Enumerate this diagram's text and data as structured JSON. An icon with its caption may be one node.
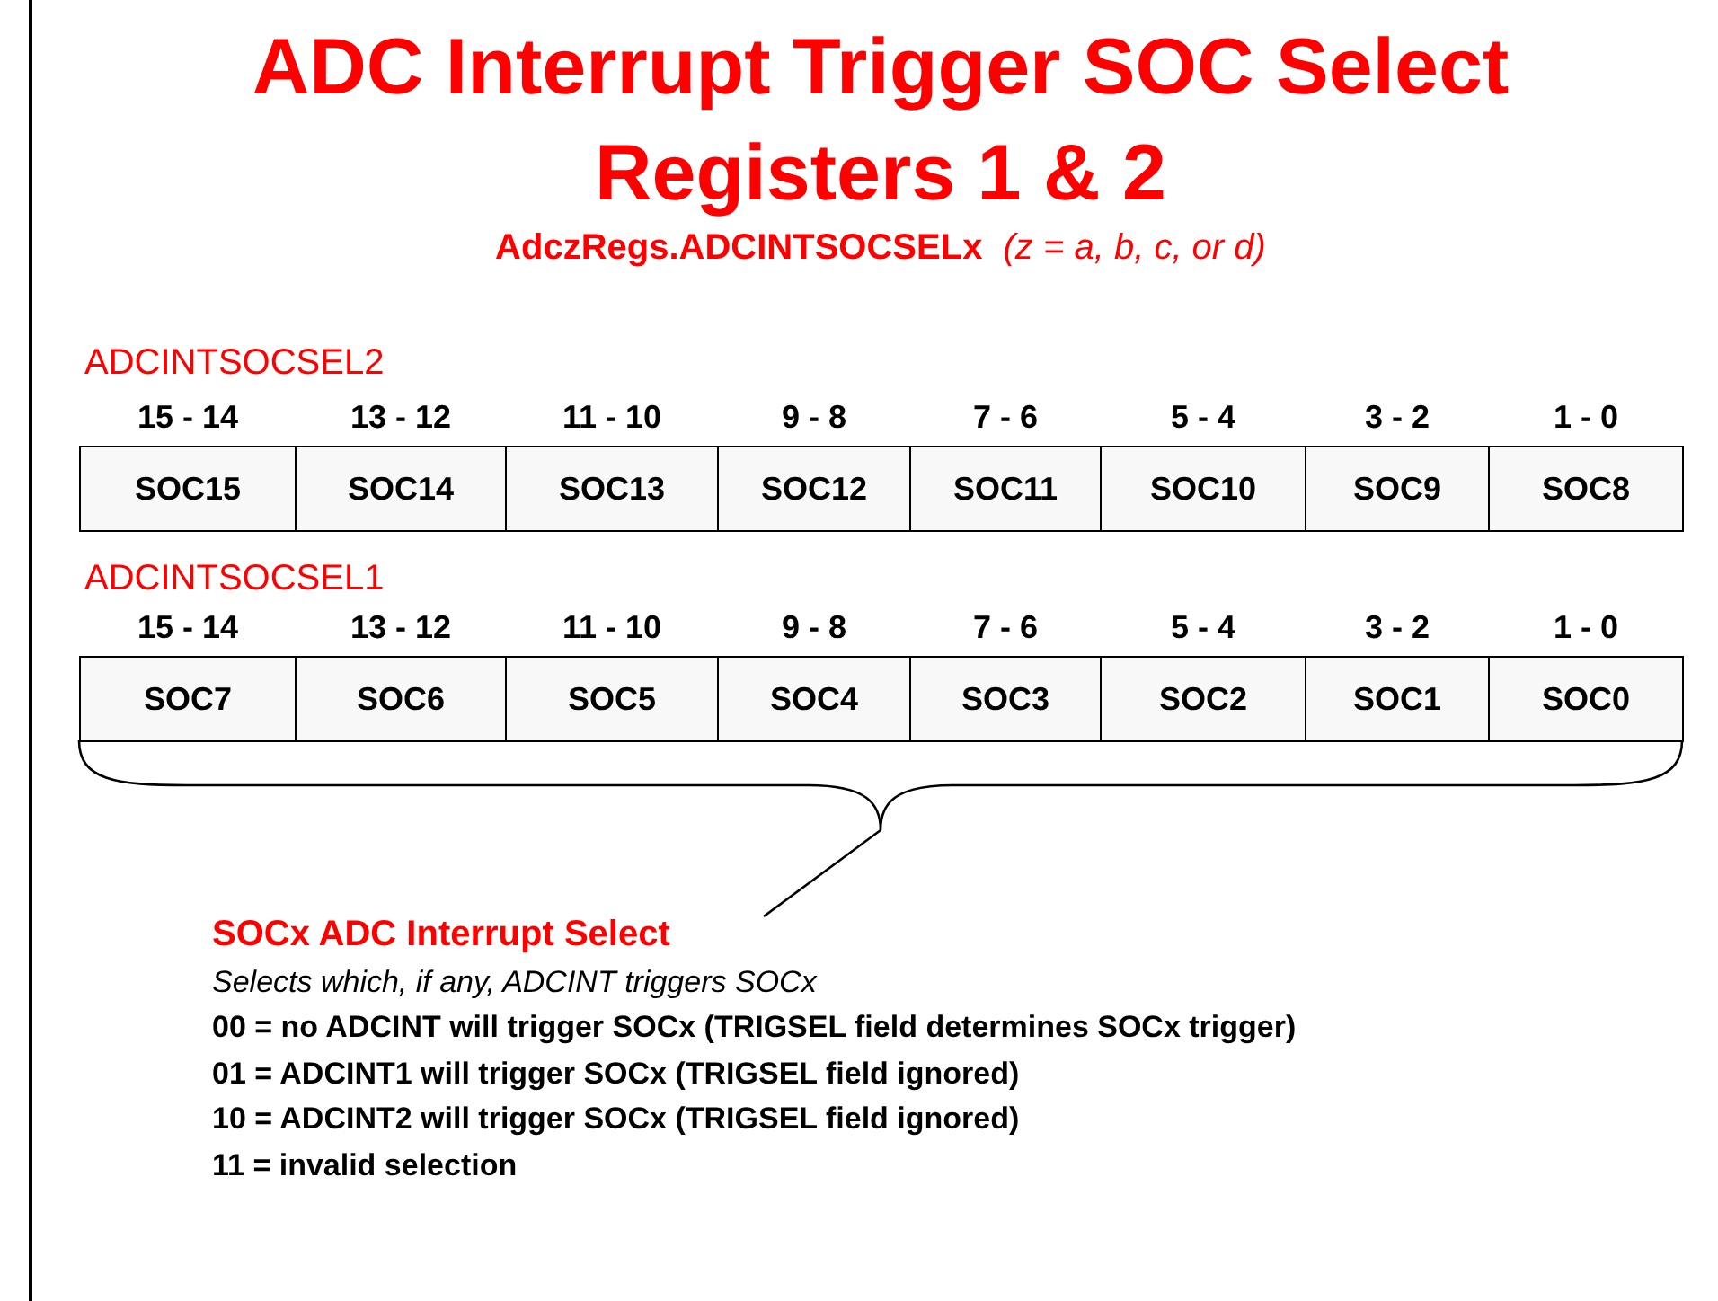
{
  "diagram": {
    "title": "ADC Interrupt Trigger SOC Select Registers 1 & 2",
    "nodes": [
      {
        "text": [
          "SOC15"
        ],
        "beside": [
          "15 - 14"
        ]
      },
      {
        "text": [
          "SOC14"
        ],
        "beside": [
          "13 - 12"
        ]
      },
      {
        "text": [
          "SOC13"
        ],
        "beside": [
          "11 - 10"
        ]
      },
      {
        "text": [
          "SOC12"
        ],
        "beside": [
          "9 - 8"
        ]
      },
      {
        "text": [
          "SOC11"
        ],
        "beside": [
          "7 - 6"
        ]
      },
      {
        "text": [
          "SOC10"
        ],
        "beside": [
          "5 - 4"
        ]
      },
      {
        "text": [
          "SOC9"
        ],
        "beside": [
          "3 - 2"
        ]
      },
      {
        "text": [
          "SOC8"
        ],
        "beside": [
          "1 - 0"
        ]
      },
      {
        "text": [
          "SOC7"
        ],
        "beside": [
          "15 - 14"
        ]
      },
      {
        "text": [
          "SOC6"
        ],
        "beside": [
          "13 - 12"
        ]
      },
      {
        "text": [
          "SOC5"
        ],
        "beside": [
          "11 - 10"
        ]
      },
      {
        "text": [
          "SOC4"
        ],
        "beside": [
          "9 - 8"
        ]
      },
      {
        "text": [
          "SOC3"
        ],
        "beside": [
          "7 - 6"
        ]
      },
      {
        "text": [
          "SOC2"
        ],
        "beside": [
          "5 - 4"
        ]
      },
      {
        "text": [
          "SOC1"
        ],
        "beside": [
          "3 - 2"
        ]
      },
      {
        "text": [
          "SOC0"
        ],
        "beside": [
          "1 - 0"
        ]
      },
      {
        "text": [],
        "shape": "brace"
      },
      {
        "text": [
          "SOCx ADC Interrupt Select",
          "Selects which, if any, ADCINT triggers SOCx",
          "00 = no ADCINT will trigger SOCx (TRIGSEL field determines SOCx trigger)",
          "01 = ADCINT1 will trigger SOCx (TRIGSEL field ignored)",
          "10 = ADCINT2 will trigger SOCx (TRIGSEL field ignored)",
          "11 = invalid selection"
        ]
      }
    ],
    "edges": [
      {
        "from": 17,
        "to": 16,
        "arrow": "none"
      }
    ],
    "labels": [
      "AdczRegs.ADCINTSOCSELx",
      "(z = a, b, c, or d)",
      "ADCINTSOCSEL2",
      "ADCINTSOCSEL1"
    ]
  }
}
